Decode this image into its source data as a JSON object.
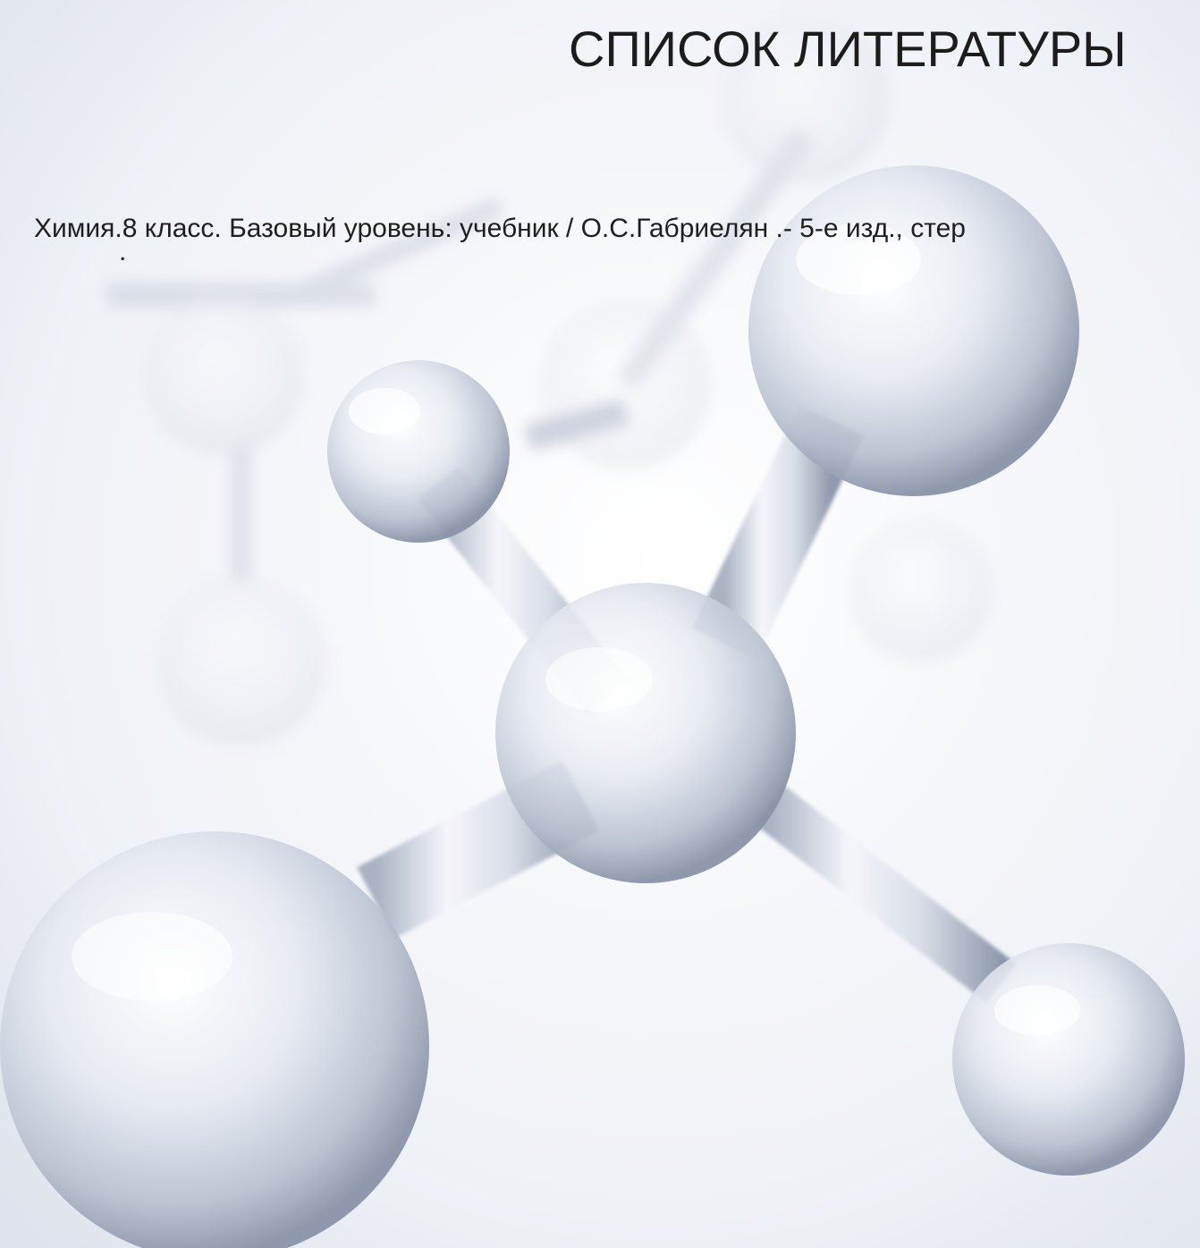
{
  "slide": {
    "title": "СПИСОК ЛИТЕРАТУРЫ",
    "references": [
      "Химия.8 класс. Базовый уровень: учебник  / О.С.Габриелян .- 5-е изд., стер"
    ],
    "trailing_mark": "."
  },
  "colors": {
    "background": "#f3f5f9",
    "text": "#1c1c1c",
    "glass": "#c9d0dd"
  },
  "illustration": {
    "icon": "glass-molecule-model"
  }
}
